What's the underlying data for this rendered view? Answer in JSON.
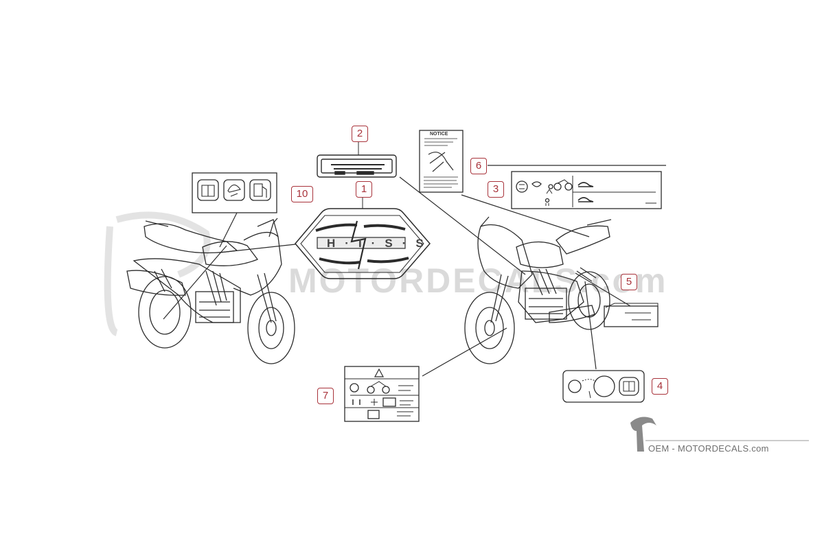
{
  "callouts": [
    "1",
    "2",
    "3",
    "4",
    "5",
    "6",
    "7",
    "10"
  ],
  "labels": {
    "notice_title": "NOTICE",
    "hiss_letters": "H·I·S·S"
  },
  "watermark": "MOTORDECALS.com",
  "brand": {
    "footer": "OEM - MOTORDECALS.com"
  },
  "colors": {
    "callout": "#a8323a",
    "line": "#222222",
    "watermark": "#dadada"
  }
}
